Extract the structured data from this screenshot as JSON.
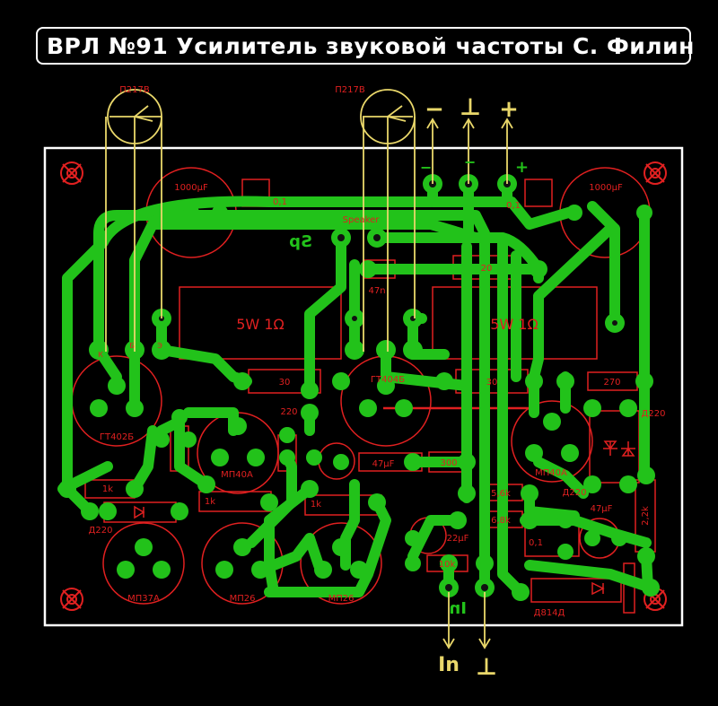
{
  "title": "ВРЛ №91 Усилитель звуковой частоты С. Филин",
  "colors": {
    "background": "#000000",
    "trace": "#22c21a",
    "silkscreen": "#e02020",
    "wire": "#e9d76a",
    "outline": "#ffffff",
    "pad_hole": "#111111"
  },
  "terminals": {
    "minus": "−",
    "ground": "⊥",
    "plus": "+",
    "input": "In",
    "input_ground": "⊥",
    "board_minus": "−",
    "board_ground": "−",
    "board_plus": "+",
    "speaker_mirror": "Sp",
    "input_mirror": "In"
  },
  "labels": {
    "t_left": "П217В",
    "t_right": "П217В",
    "cap_big_left": "1000µF",
    "cap_big_right": "1000µF",
    "cap_01_left": "0,1",
    "cap_01_right": "0,1",
    "speaker": "Speaker",
    "cap_47n": "47n",
    "res_20": "20",
    "res_5w_left": "5W 1Ω",
    "res_5w_right": "5W 1Ω",
    "res_30_left": "30",
    "res_30_right": "30",
    "gt_left": "ГТ402Б",
    "gt_right": "ГТ404Б",
    "res_270": "270",
    "d_220_right": "Д220",
    "d_220_mid": "Д220",
    "d_220_left": "Д220",
    "mp40_left": "МП40А",
    "mp40_right": "МП40А",
    "cap_220": "220",
    "cap_47uf_mid": "47µF",
    "res_300": "300",
    "res_1k": "1k",
    "res_1k_b": "1k",
    "res_1k_c": "1k",
    "res_5_6k": "5,6k",
    "res_6_8k": "6,8k",
    "cap_47uf_right": "47µF",
    "res_2_2k": "2,2k",
    "cap_22uf": "22µF",
    "cap_01_low": "0,1",
    "res_10k": "10k",
    "mp37": "МП37А",
    "mp26_a": "МП26",
    "mp26_b": "МП26",
    "zener": "Д814Д",
    "pin_k": "К",
    "pin_b": "Б",
    "pin_e": "Э"
  }
}
